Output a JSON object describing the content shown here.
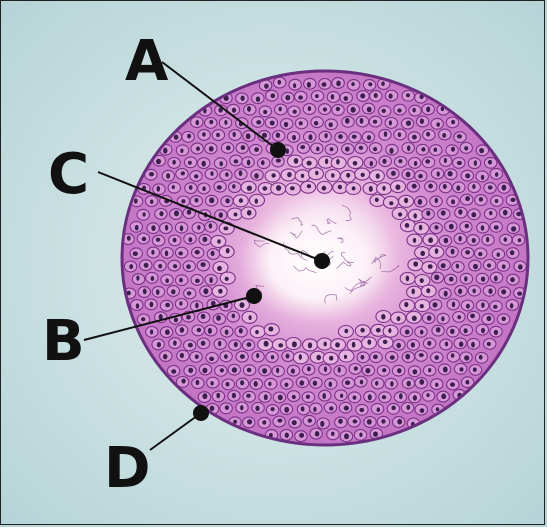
{
  "labels": {
    "A": "A",
    "B": "B",
    "C": "C",
    "D": "D"
  },
  "colors": {
    "background": "#bcd9dc",
    "background_light": "#d6e7e8",
    "tissue": "#c77ac7",
    "tissue_edge": "#6a2f7e",
    "cell_wall": "#7b3389",
    "nucleus": "#3b1f4f",
    "center": "#f9eff5",
    "label": "#111111"
  }
}
